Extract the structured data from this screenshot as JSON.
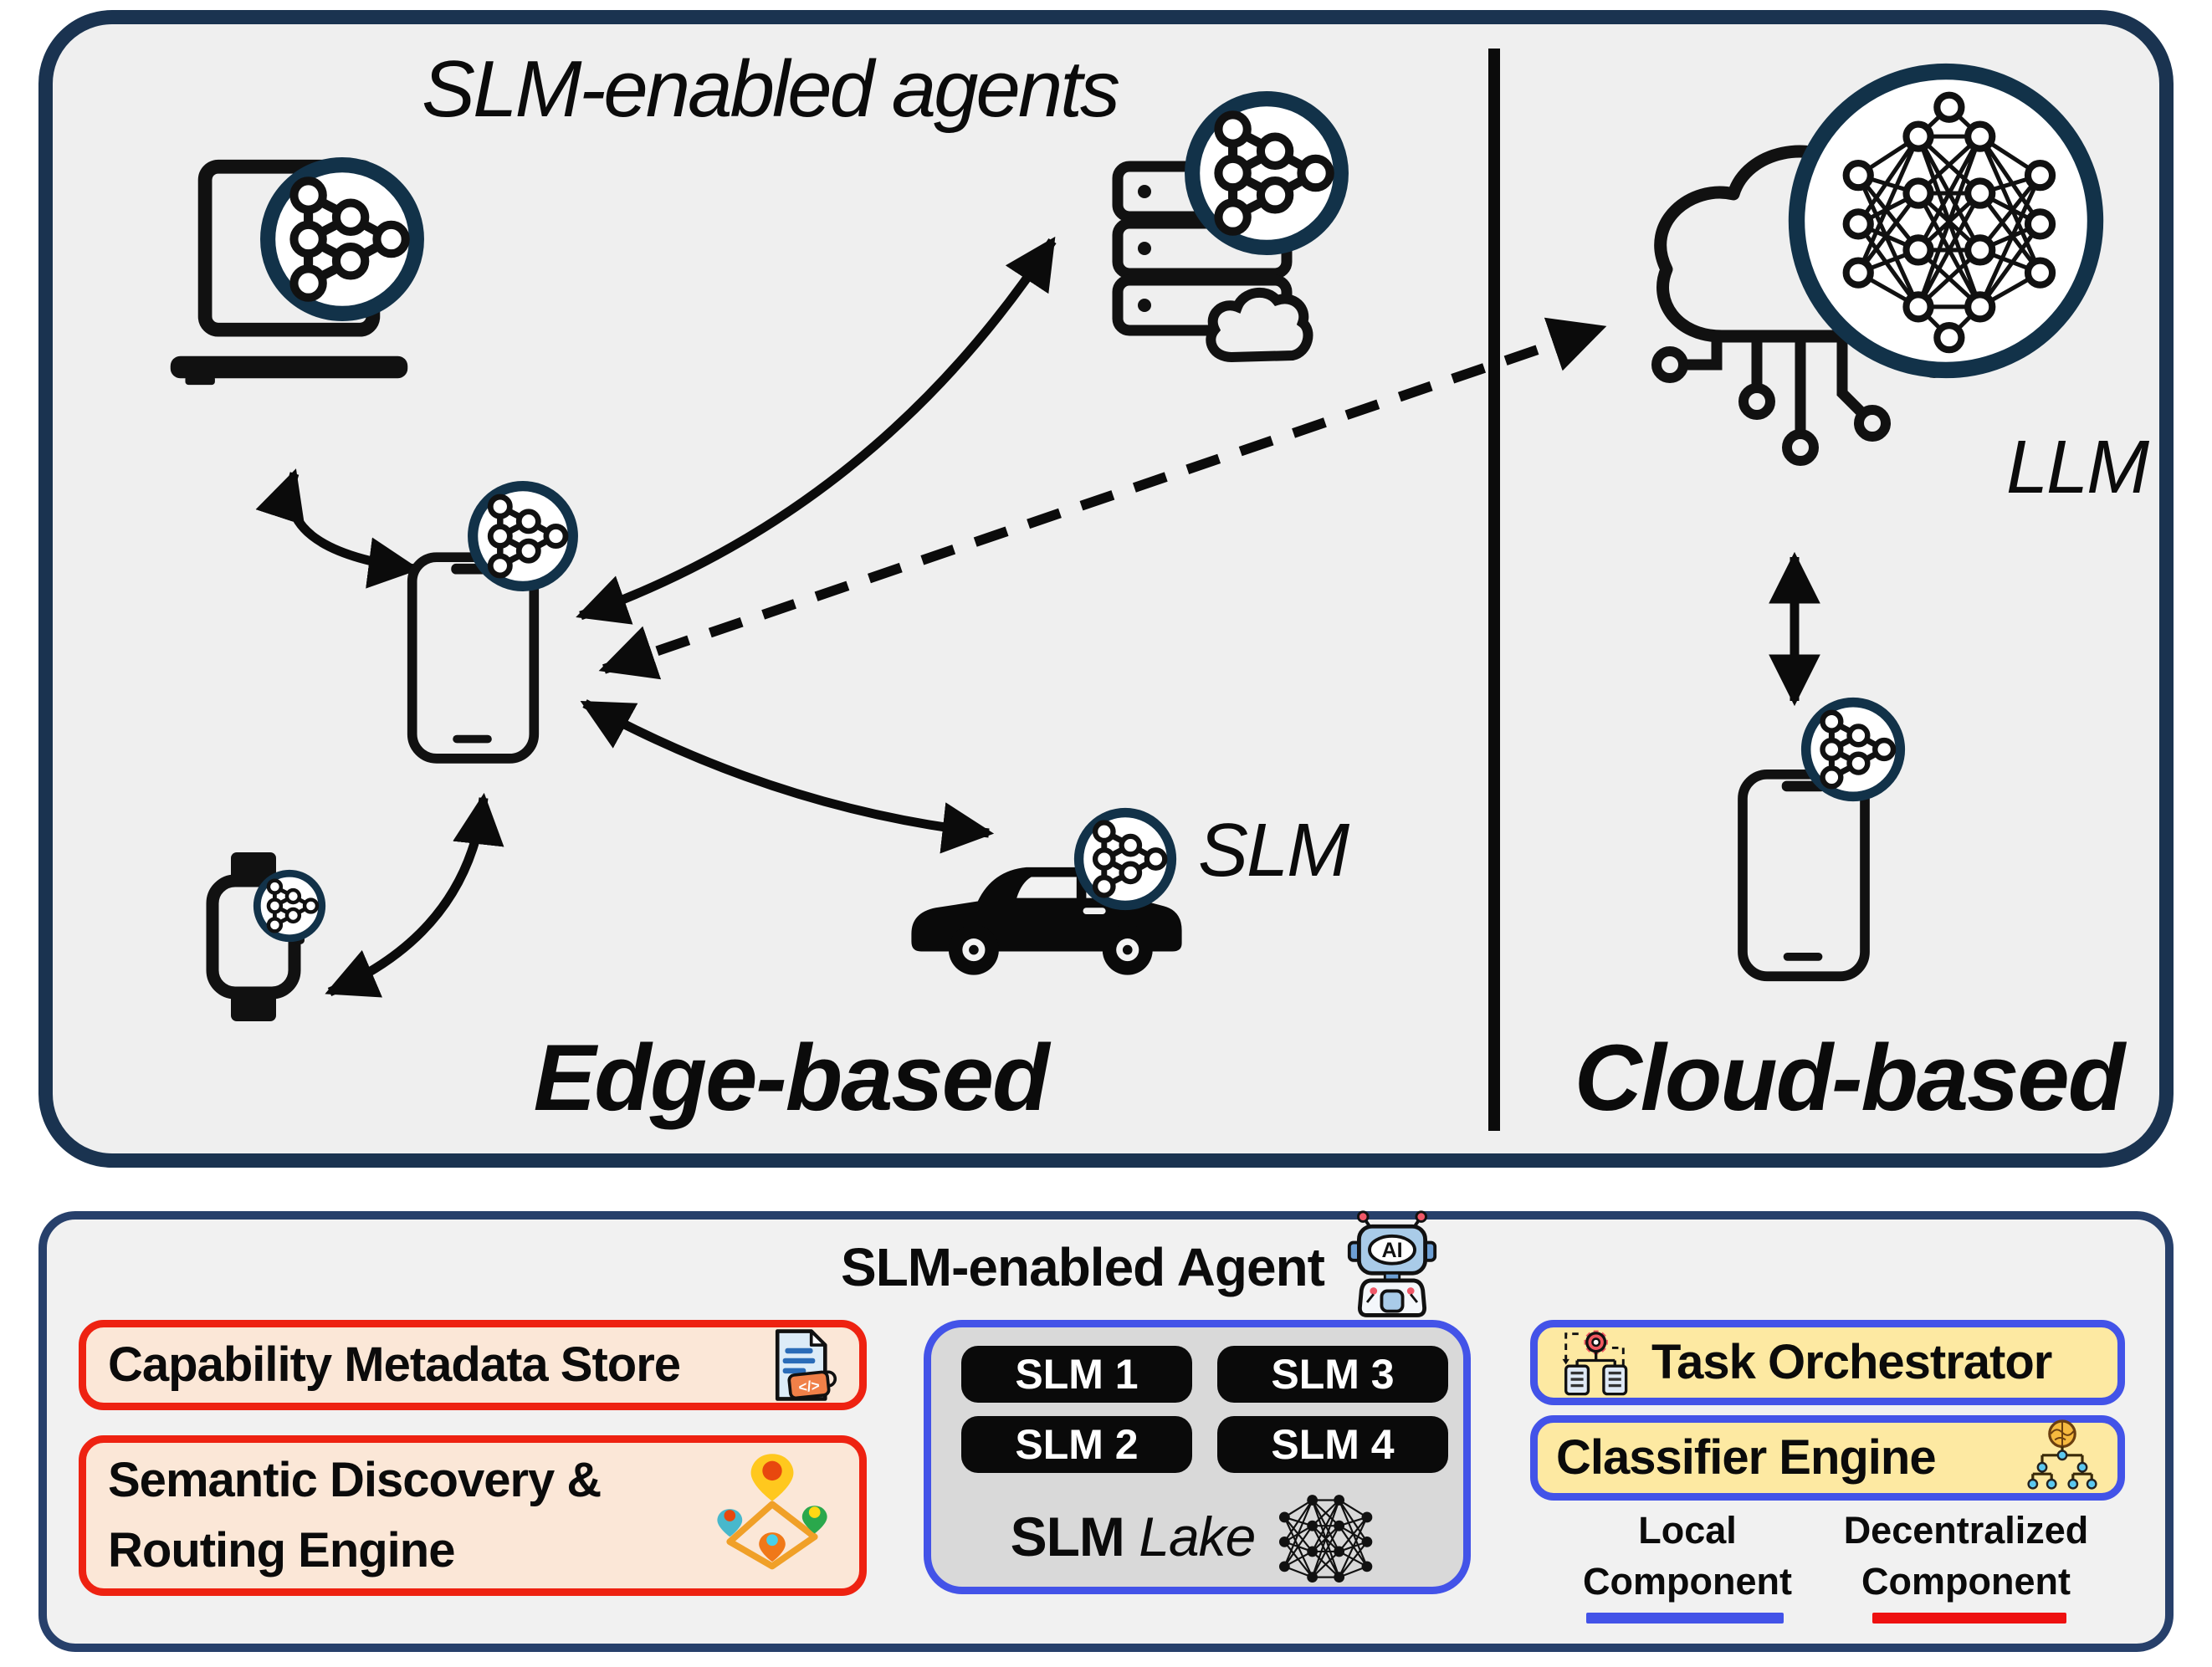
{
  "top_panel": {
    "title": "SLM-enabled agents",
    "edge_zone_label": "Edge-based",
    "cloud_zone_label": "Cloud-based",
    "slm_badge_label": "SLM",
    "llm_badge_label": "LLM"
  },
  "bottom_panel": {
    "title": "SLM-enabled Agent",
    "robot_icon_text": "AI",
    "capability_store": {
      "label": "Capability Metadata Store"
    },
    "semantic_discovery": {
      "line1": "Semantic Discovery &",
      "line2": "Routing Engine"
    },
    "slm_lake": {
      "models": [
        "SLM 1",
        "SLM 2",
        "SLM 3",
        "SLM 4"
      ],
      "label_prefix": "SLM",
      "label_italic": "Lake"
    },
    "task_orchestrator": {
      "label": "Task Orchestrator"
    },
    "classifier_engine": {
      "label": "Classifier Engine"
    },
    "legend": {
      "local": {
        "line1": "Local",
        "line2": "Component"
      },
      "decentralized": {
        "line1": "Decentralized",
        "line2": "Component"
      }
    }
  },
  "icons": {
    "doc_code_tag": "</>",
    "names": [
      "laptop-icon",
      "smartphone-icon",
      "smartwatch-icon",
      "car-icon",
      "edge-server-icon",
      "cloud-circuit-icon",
      "neural-network-badge",
      "robot-icon",
      "document-icon",
      "map-pins-icon",
      "workflow-gear-icon",
      "brain-tree-icon",
      "slm-lake-network-icon"
    ]
  },
  "colors": {
    "panel_bg": "#efefef",
    "top_border": "#1a3350",
    "bottom_border": "#27406b",
    "badge_ring": "#123249",
    "red_border": "#ee2211",
    "peach_bg": "#fbe7d7",
    "blue_border": "#4353e8",
    "yellow_bg": "#fde9a2",
    "lake_bg": "#d9d9d9",
    "local_underline": "#4353e8",
    "decentralized_underline": "#ee1111"
  }
}
